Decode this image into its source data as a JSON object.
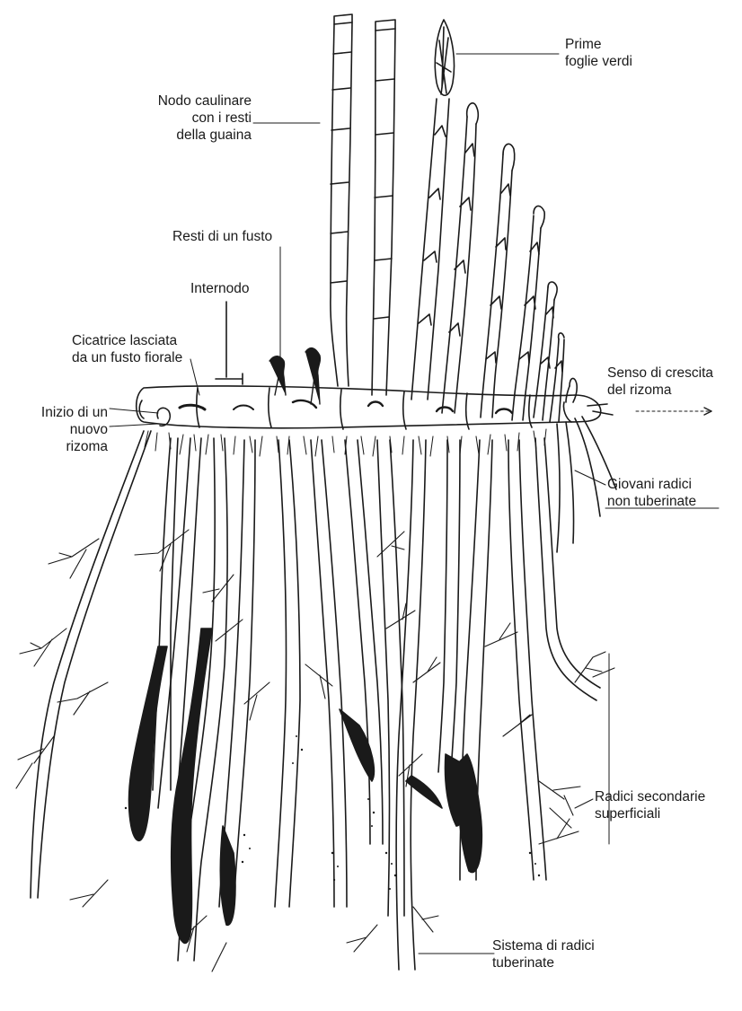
{
  "diagram": {
    "labels": {
      "prime_foglie": [
        "Prime",
        "foglie verdi"
      ],
      "nodo_caulinare": [
        "Nodo caulinare",
        "con i resti",
        "della guaina"
      ],
      "resti_fusto": [
        "Resti di un fusto"
      ],
      "internodo": [
        "Internodo"
      ],
      "cicatrice": [
        "Cicatrice lasciata",
        "da un fusto fiorale"
      ],
      "inizio_rizoma": [
        "Inizio di un",
        "nuovo",
        "rizoma"
      ],
      "senso_crescita": [
        "Senso di crescita",
        "del rizoma"
      ],
      "giovani_radici": [
        "Giovani radici",
        "non tuberinate"
      ],
      "radici_secondarie": [
        "Radici secondarie",
        "superficiali"
      ],
      "sistema_radici": [
        "Sistema di radici",
        "tuberinate"
      ]
    }
  }
}
